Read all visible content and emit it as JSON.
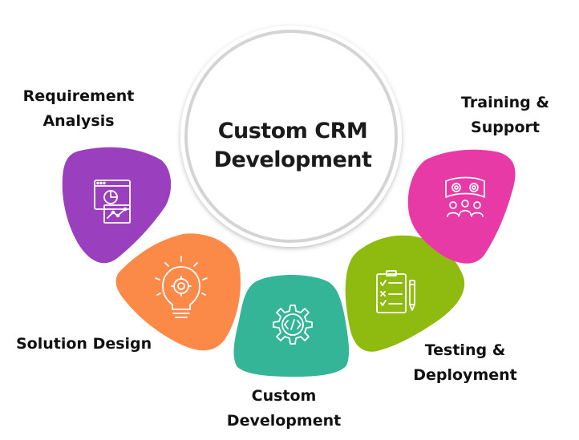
{
  "center": {
    "line1": "Custom CRM",
    "line2": "Development"
  },
  "steps": [
    {
      "id": "requirement-analysis",
      "line1": "Requirement",
      "line2": "Analysis",
      "color": "#9a3fbd",
      "icon": "analytics-report-icon"
    },
    {
      "id": "solution-design",
      "line1": "Solution Design",
      "line2": "",
      "color": "#fb8a49",
      "icon": "lightbulb-gear-icon"
    },
    {
      "id": "custom-development",
      "line1": "Custom",
      "line2": "Development",
      "color": "#34b597",
      "icon": "code-gear-icon"
    },
    {
      "id": "testing-deployment",
      "line1": "Testing &",
      "line2": "Deployment",
      "color": "#8fba10",
      "icon": "checklist-pencil-icon"
    },
    {
      "id": "training-support",
      "line1": "Training &",
      "line2": "Support",
      "color": "#e83aa6",
      "icon": "team-training-icon"
    }
  ]
}
